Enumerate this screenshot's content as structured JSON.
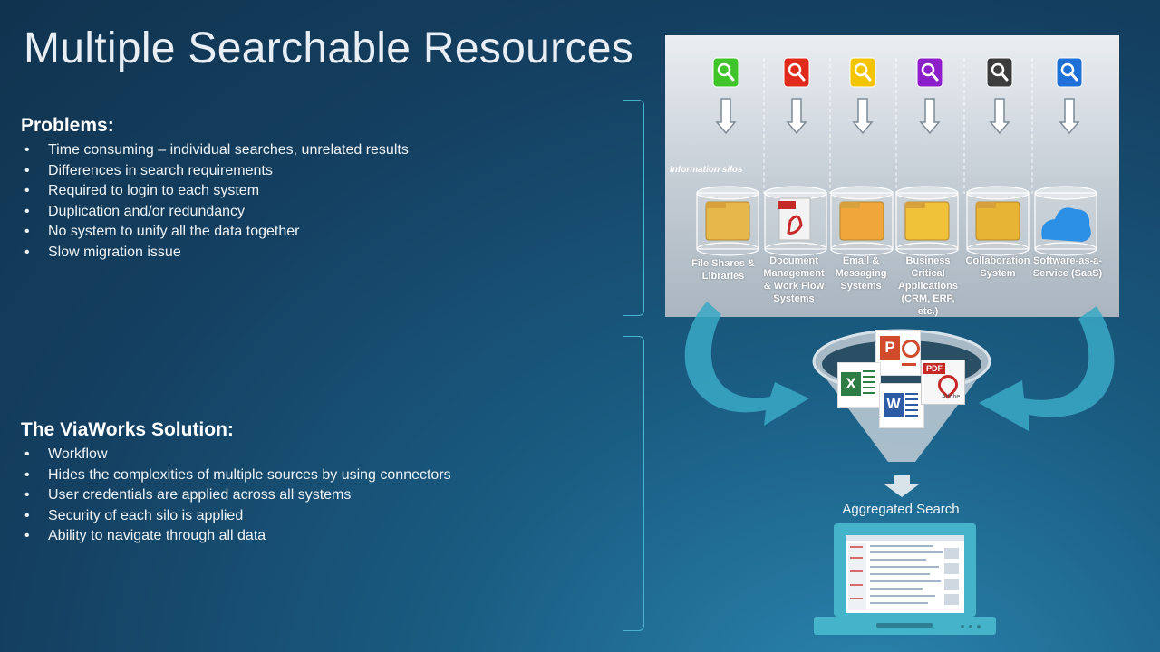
{
  "slide": {
    "title": "Multiple Searchable Resources"
  },
  "problems": {
    "heading": "Problems:",
    "items": [
      "Time consuming – individual searches, unrelated results",
      "Differences in search requirements",
      "Required to login to each system",
      "Duplication and/or redundancy",
      "No system to unify all the data together",
      "Slow migration issue"
    ]
  },
  "solution": {
    "heading": "The ViaWorks Solution:",
    "items": [
      "Workflow",
      "Hides the complexities of multiple sources by using connectors",
      "User credentials are applied across all systems",
      "Security of each silo is applied",
      "Ability to navigate through all data"
    ]
  },
  "diagram": {
    "info_silos_label": "Information silos",
    "silos": [
      {
        "label": "File Shares & Libraries",
        "search_icon_color": "#3fc42a"
      },
      {
        "label": "Document Management & Work Flow Systems",
        "search_icon_color": "#e02a1c"
      },
      {
        "label": "Email & Messaging Systems",
        "search_icon_color": "#f5c400"
      },
      {
        "label": "Business Critical Applications (CRM, ERP, etc.)",
        "search_icon_color": "#8c1fc9"
      },
      {
        "label": "Collaboration System",
        "search_icon_color": "#3c3c3c"
      },
      {
        "label": "Software-as-a-Service (SaaS)",
        "search_icon_color": "#1e6fd6"
      }
    ],
    "funnel_icons": {
      "powerpoint": "P",
      "excel": "X",
      "word": "W",
      "pdf": "PDF",
      "adobe": "Adobe"
    },
    "aggregated_label": "Aggregated Search",
    "pdf_tag": "PDF"
  },
  "colors": {
    "brace": "#4ab2cf",
    "arrow": "#3aa9c6",
    "laptop": "#45b3c9"
  }
}
